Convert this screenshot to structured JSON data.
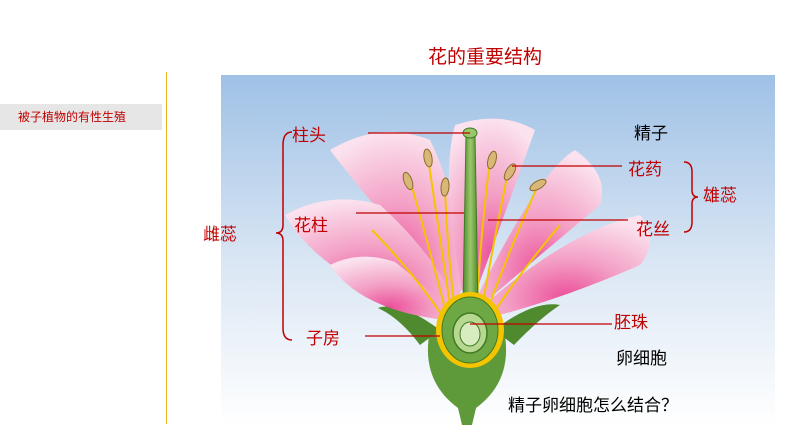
{
  "sidebar": {
    "tab_label": "被子植物的有性生殖"
  },
  "diagram": {
    "title": "花的重要结构",
    "labels": {
      "stigma": "柱头",
      "style": "花柱",
      "ovary": "子房",
      "pistil": "雌蕊",
      "anther": "花药",
      "filament": "花丝",
      "stamen": "雄蕊",
      "ovule": "胚珠",
      "sperm": "精子",
      "egg": "卵细胞",
      "question": "精子卵细胞怎么结合？"
    },
    "colors": {
      "label_red": "#c00000",
      "petal_pink": "#f3a3c6",
      "petal_vein": "#e0489a",
      "stem_green": "#5e9a3a",
      "pollen_yellow": "#f5c400",
      "divider_orange": "#f0b020"
    }
  }
}
